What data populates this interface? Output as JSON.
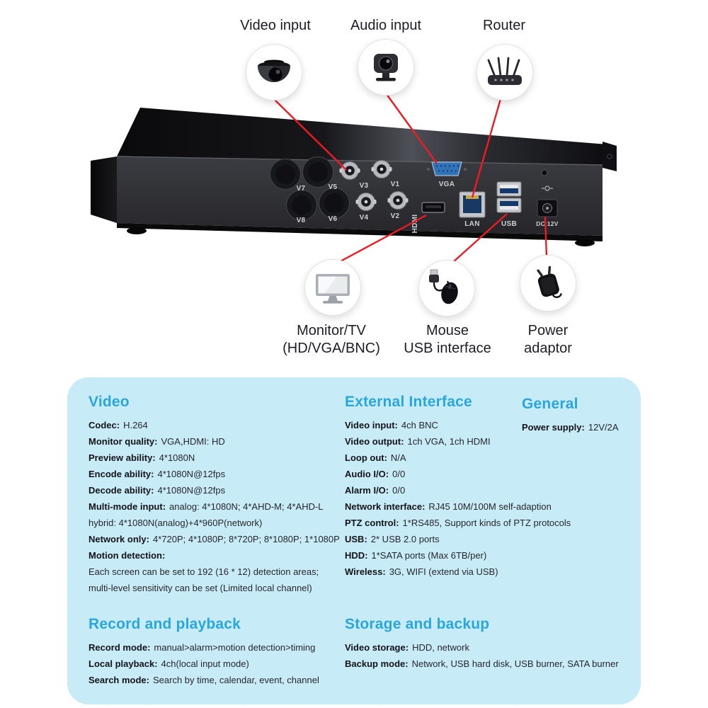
{
  "colors": {
    "accent_blue": "#2aa6de",
    "panel_bg": "#c7ecf8",
    "line_red": "#ec1b24",
    "text_dark": "#1d1d26"
  },
  "callouts": {
    "video_input": {
      "label": "Video input"
    },
    "audio_input": {
      "label": "Audio input"
    },
    "router": {
      "label": "Router"
    },
    "monitor": {
      "line1": "Monitor/TV",
      "line2": "(HD/VGA/BNC)"
    },
    "mouse": {
      "line1": "Mouse",
      "line2": "USB interface"
    },
    "power": {
      "line1": "Power",
      "line2": "adaptor"
    }
  },
  "device_ports": {
    "bnc_top": [
      "V7",
      "V5",
      "V3",
      "V1"
    ],
    "bnc_bottom": [
      "V8",
      "V6",
      "V4",
      "V2"
    ],
    "vga": "VGA",
    "hdmi": "HDMI",
    "lan": "LAN",
    "usb": "USB",
    "dc": "DC 12V"
  },
  "specs": {
    "video": {
      "heading": "Video",
      "rows": [
        {
          "label": "Codec:",
          "value": "H.264"
        },
        {
          "label": "Monitor quality:",
          "value": "VGA,HDMI: HD"
        },
        {
          "label": "Preview ability:",
          "value": "4*1080N"
        },
        {
          "label": "Encode ability:",
          "value": "4*1080N@12fps"
        },
        {
          "label": "Decode ability:",
          "value": "4*1080N@12fps"
        },
        {
          "label": "Multi-mode input:",
          "value": "analog: 4*1080N; 4*AHD-M; 4*AHD-L"
        },
        {
          "label": "",
          "value": "hybrid: 4*1080N(analog)+4*960P(network)"
        },
        {
          "label": "Network only:",
          "value": "4*720P; 4*1080P; 8*720P; 8*1080P; 1*1080P"
        },
        {
          "label": "Motion detection:",
          "value": ""
        },
        {
          "label": "",
          "value": "Each screen can be set to 192 (16 * 12) detection areas;"
        },
        {
          "label": "",
          "value": "multi-level sensitivity can be set (Limited local channel)"
        }
      ]
    },
    "external": {
      "heading": "External Interface",
      "rows": [
        {
          "label": "Video input:",
          "value": "4ch BNC"
        },
        {
          "label": "Video output:",
          "value": "1ch VGA, 1ch HDMI"
        },
        {
          "label": "Loop out:",
          "value": "N/A"
        },
        {
          "label": "Audio I/O:",
          "value": "0/0"
        },
        {
          "label": "Alarm I/O:",
          "value": "0/0"
        },
        {
          "label": "Network interface:",
          "value": "RJ45 10M/100M self-adaption"
        },
        {
          "label": "PTZ control:",
          "value": "1*RS485, Support kinds of PTZ protocols"
        },
        {
          "label": "USB:",
          "value": "2* USB 2.0 ports"
        },
        {
          "label": "HDD:",
          "value": "1*SATA ports (Max 6TB/per)"
        },
        {
          "label": "Wireless:",
          "value": "3G, WIFI (extend via USB)"
        }
      ]
    },
    "general": {
      "heading": "General",
      "rows": [
        {
          "label": "Power supply:",
          "value": "12V/2A"
        }
      ]
    },
    "record": {
      "heading": "Record and playback",
      "rows": [
        {
          "label": "Record mode:",
          "value": "manual>alarm>motion detection>timing"
        },
        {
          "label": "Local playback:",
          "value": "4ch(local input mode)"
        },
        {
          "label": "Search mode:",
          "value": "Search by time, calendar, event, channel"
        }
      ]
    },
    "storage": {
      "heading": "Storage and backup",
      "rows": [
        {
          "label": "Video storage:",
          "value": "HDD, network"
        },
        {
          "label": "Backup mode:",
          "value": "Network, USB hard disk, USB burner, SATA burner"
        }
      ]
    }
  }
}
